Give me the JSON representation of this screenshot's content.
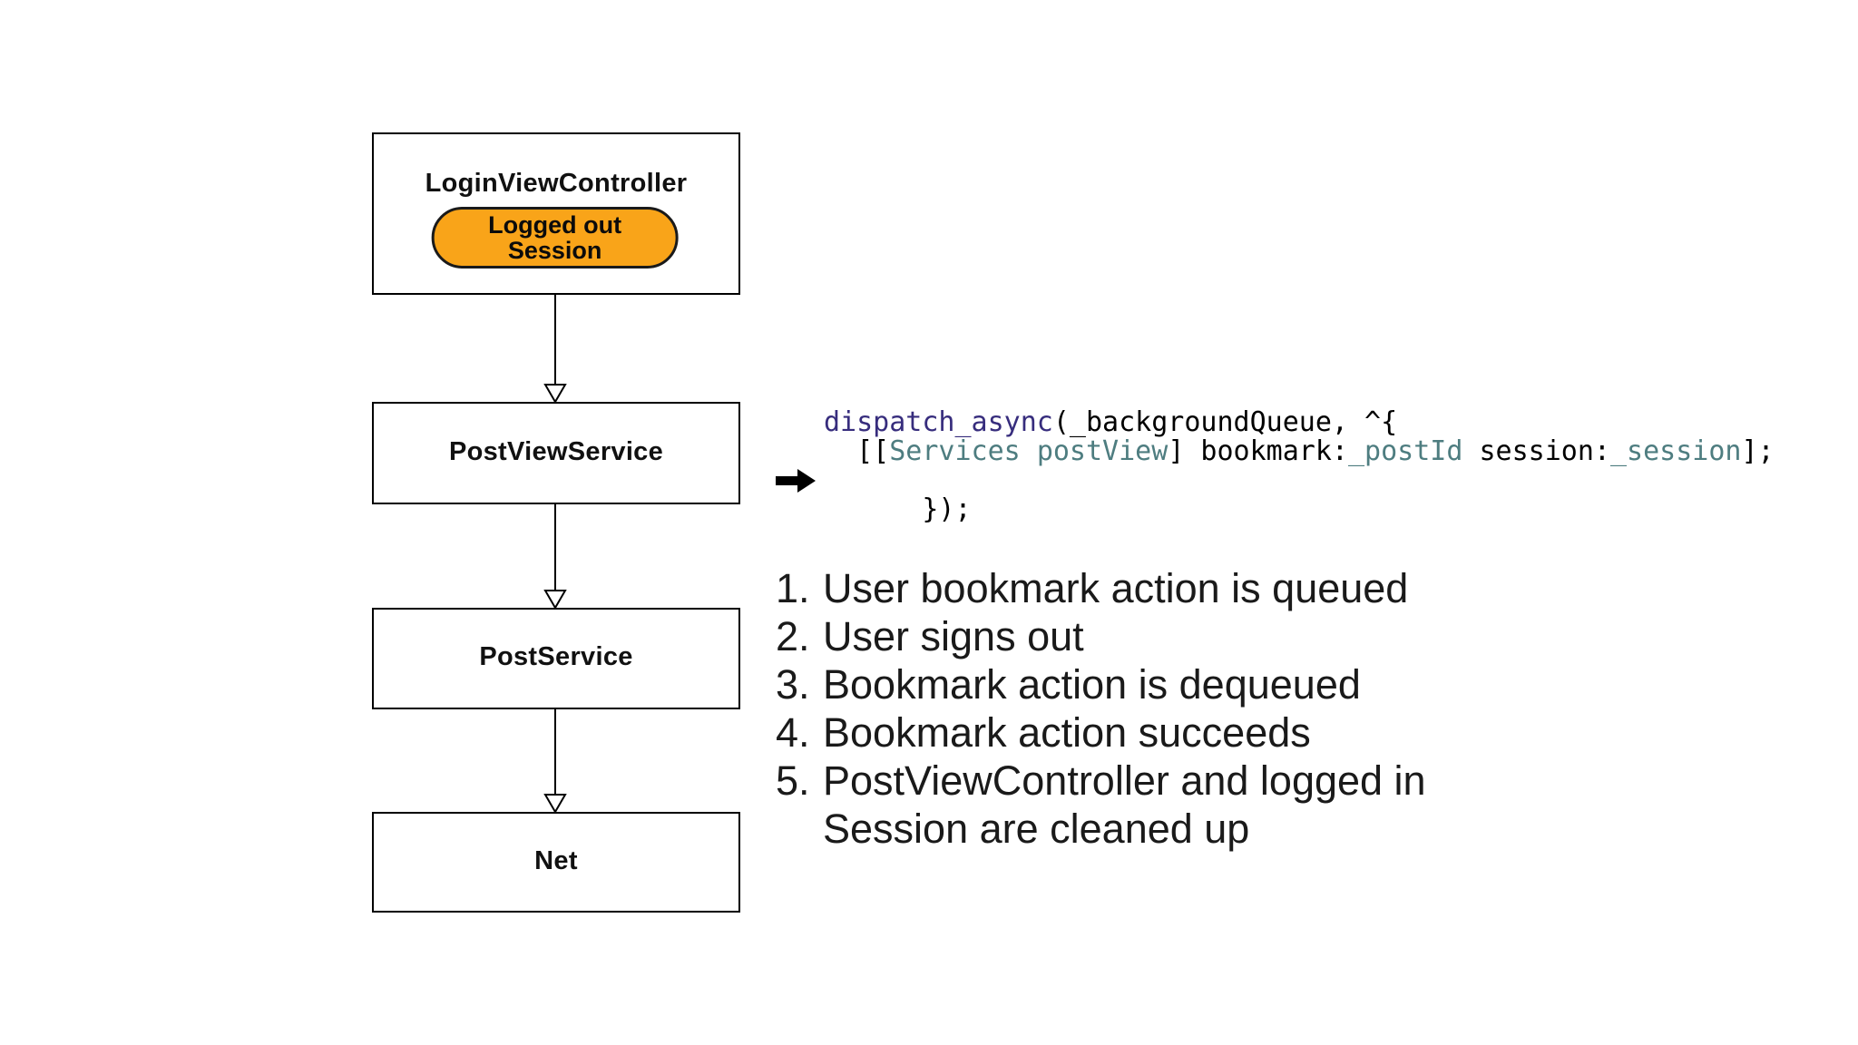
{
  "diagram": {
    "boxes": [
      {
        "label": "LoginViewController",
        "badge": "Logged out Session"
      },
      {
        "label": "PostViewService"
      },
      {
        "label": "PostService"
      },
      {
        "label": "Net"
      }
    ],
    "connector_style": "open-arrowhead-down"
  },
  "code": {
    "language": "objective-c",
    "lines": [
      {
        "tokens": [
          {
            "text": "dispatch_async",
            "color": "keyword"
          },
          {
            "text": "(_backgroundQueue, ^{",
            "color": "plain"
          }
        ]
      },
      {
        "tokens": [
          {
            "text": "  [[",
            "color": "plain"
          },
          {
            "text": "Services",
            "color": "type"
          },
          {
            "text": " ",
            "color": "plain"
          },
          {
            "text": "postView",
            "color": "type"
          },
          {
            "text": "] bookmark:",
            "color": "plain"
          },
          {
            "text": "_postId",
            "color": "type"
          },
          {
            "text": " session:",
            "color": "plain"
          },
          {
            "text": "_session",
            "color": "type"
          },
          {
            "text": "];",
            "color": "plain"
          }
        ]
      },
      {
        "tokens": [
          {
            "text": "});",
            "color": "plain"
          }
        ]
      }
    ],
    "colors": {
      "keyword": "#372d7d",
      "type": "#4e7d80",
      "plain": "#000000"
    }
  },
  "steps": {
    "items": [
      {
        "number": "1.",
        "text": "User bookmark action is queued"
      },
      {
        "number": "2.",
        "text": "User signs out"
      },
      {
        "number": "3.",
        "text": "Bookmark action is dequeued"
      },
      {
        "number": "4.",
        "text": "Bookmark action succeeds"
      },
      {
        "number": "5.",
        "text": "PostViewController and logged in Session are cleaned up"
      }
    ]
  },
  "icons": {
    "pointer": "right-arrow-icon",
    "connector": "down-open-arrowhead-icon"
  },
  "colors": {
    "background": "#ffffff",
    "pill_fill": "#f9a419",
    "box_border": "#000000",
    "text": "#1a1a1a"
  }
}
